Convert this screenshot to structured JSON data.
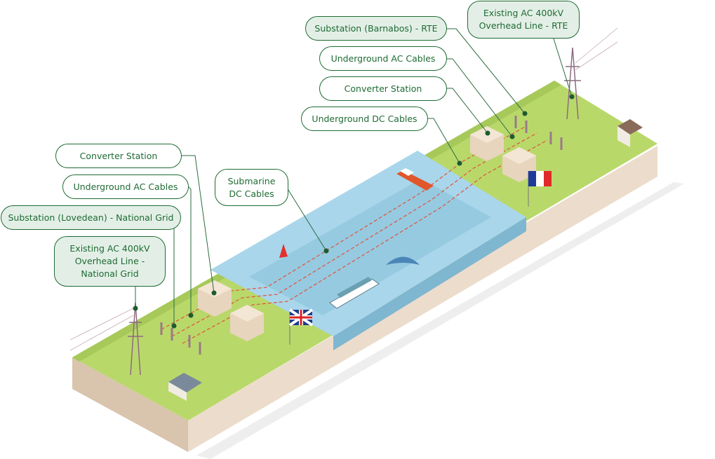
{
  "labels": {
    "uk_converter": "Converter Station",
    "uk_ac_cables": "Underground AC Cables",
    "uk_substation": "Substation (Lovedean) - National Grid",
    "uk_overhead": "Existing AC 400kV Overhead Line - National Grid",
    "submarine": "Submarine DC Cables",
    "fr_substation": "Substation (Barnabos) - RTE",
    "fr_ac_cables": "Underground AC Cables",
    "fr_converter": "Converter Station",
    "fr_dc_cables": "Underground DC Cables",
    "fr_overhead": "Existing AC 400kV Overhead Line - RTE"
  },
  "colors": {
    "label_border": "#1e6b34",
    "land": "#b9d86a",
    "water": "#a9d6ea",
    "soil": "#e8d8c8",
    "cable": "#e0533a"
  },
  "flags": [
    "uk-flag",
    "france-flag"
  ]
}
